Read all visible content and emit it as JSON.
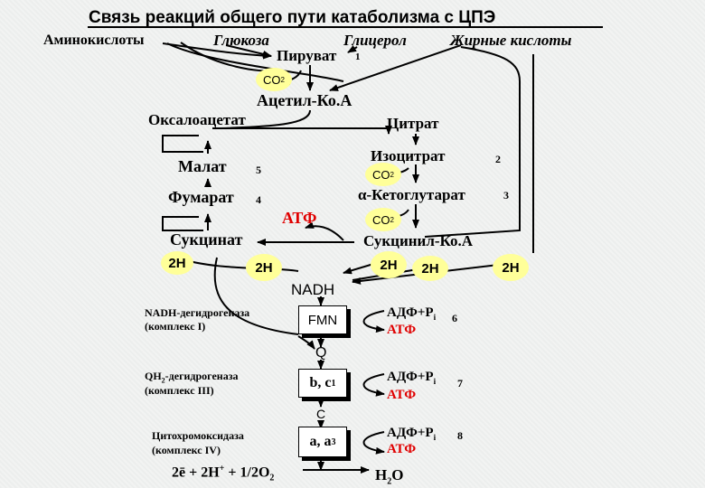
{
  "title": "Связь реакций общего пути катаболизма с ЦПЭ",
  "substrates": {
    "amino": "Аминокислоты",
    "glucose": "Глюкоза",
    "glycerol": "Глицерол",
    "fatty": "Жирные кислоты"
  },
  "metabolites": {
    "pyruvate": "Пируват",
    "acetyl": "Ацетил-Ко.А",
    "oxaloacetate": "Оксалоацетат",
    "citrate": "Цитрат",
    "isocitrate": "Изоцитрат",
    "ketoglutarate": "α-Кетоглутарат",
    "succinylcoa": "Сукцинил-Ко.А",
    "succinate": "Сукцинат",
    "fumarate": "Фумарат",
    "malate": "Малат",
    "atp_cycle": "АТФ"
  },
  "numbers": {
    "n1": "1",
    "n2": "2",
    "n3": "3",
    "n4": "4",
    "n5": "5",
    "n6": "6",
    "n7": "7",
    "n8": "8"
  },
  "co2": {
    "label": "CO",
    "sub": "2"
  },
  "h2": "2H",
  "nadh": "NADH",
  "complexes": {
    "c1_line1": "NADH-дегидрогеназа",
    "c1_line2": "(комплекс I)",
    "c3_line1_a": "QH",
    "c3_line1_sub": "2",
    "c3_line1_b": "-дегидрогеназа",
    "c3_line2": "(комплекс III)",
    "c4_line1": "Цитохромоксидаза",
    "c4_line2": "(комплекс IV)"
  },
  "chain": {
    "fmn": "FMN",
    "q": "Q",
    "bc1_a": "b, c",
    "bc1_sub": "1",
    "c": "C",
    "aa3_a": "a, a",
    "aa3_sub": "3"
  },
  "adp": {
    "label": "АДФ+Р",
    "sub": "i"
  },
  "atp": "АТФ",
  "equation": {
    "part1": "2ē + 2H",
    "sup": "+",
    "part2": " + 1/2O",
    "sub": "2"
  },
  "water": {
    "h": "H",
    "sub": "2",
    "o": "O"
  },
  "colors": {
    "circle": "#ffff99",
    "atp": "#e00000"
  }
}
